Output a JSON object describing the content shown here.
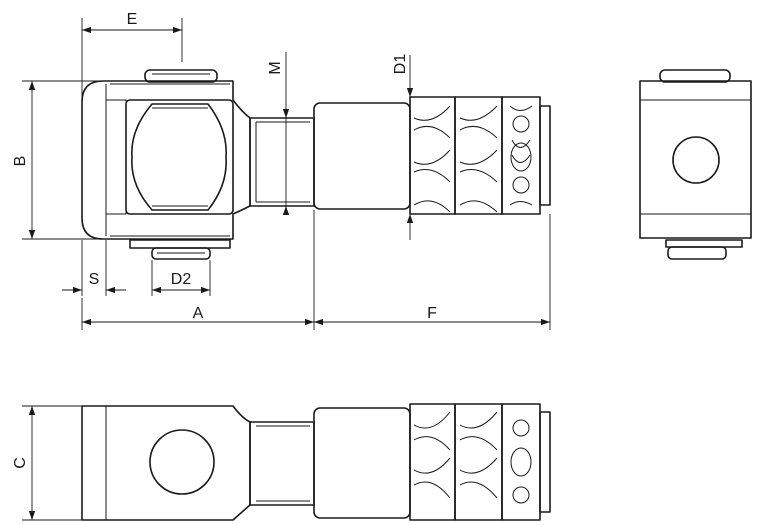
{
  "dimensions": {
    "A": "A",
    "B": "B",
    "C": "C",
    "D1": "D1",
    "D2": "D2",
    "E": "E",
    "F": "F",
    "M": "M",
    "S": "S"
  }
}
